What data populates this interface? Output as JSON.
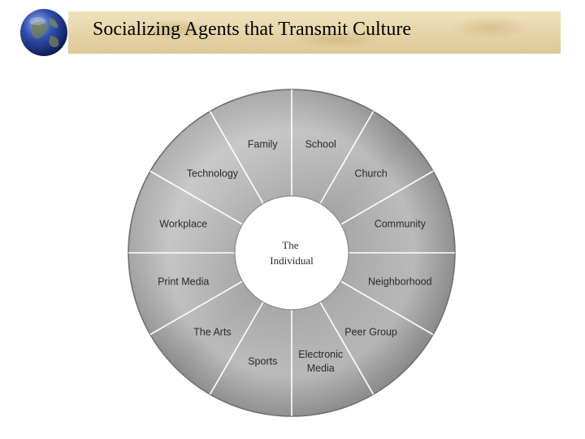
{
  "slide": {
    "title": "Socializing Agents that Transmit Culture"
  },
  "diagram": {
    "center": [
      "The",
      "Individual"
    ],
    "segments": [
      {
        "label": [
          "School"
        ]
      },
      {
        "label": [
          "Church"
        ]
      },
      {
        "label": [
          "Community"
        ]
      },
      {
        "label": [
          "Neighborhood"
        ]
      },
      {
        "label": [
          "Peer Group"
        ]
      },
      {
        "label": [
          "Electronic",
          "Media"
        ]
      },
      {
        "label": [
          "Sports"
        ]
      },
      {
        "label": [
          "The Arts"
        ]
      },
      {
        "label": [
          "Print Media"
        ]
      },
      {
        "label": [
          "Workplace"
        ]
      },
      {
        "label": [
          "Technology"
        ]
      },
      {
        "label": [
          "Family"
        ]
      }
    ],
    "colors": {
      "ring_light": "#c9c9c9",
      "ring_dark": "#9a9a9a",
      "divider": "#ffffff",
      "outline": "#6f6f6f",
      "hub": "#ffffff"
    }
  }
}
